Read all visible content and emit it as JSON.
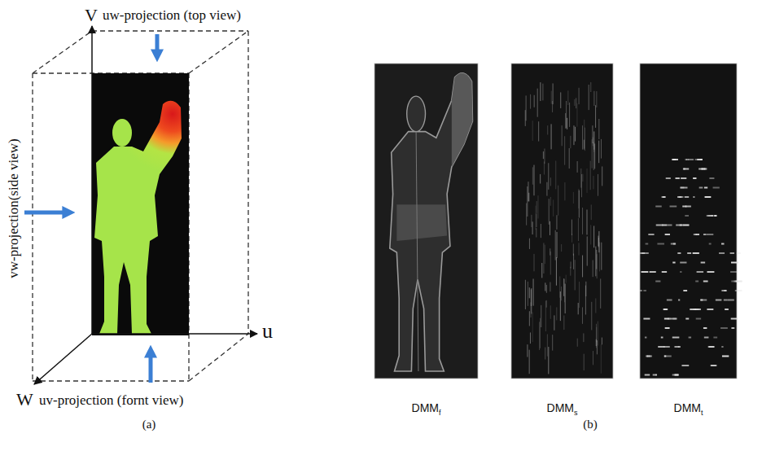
{
  "diagram": {
    "nodes": [
      {
        "text": [
          "DMM",
          "f"
        ]
      },
      {
        "text": [
          "DMM",
          "s"
        ]
      },
      {
        "text": [
          "DMM",
          "t"
        ]
      }
    ],
    "labels": [
      "V",
      "uw-projection (top view)",
      "vw-projection(side view)",
      "u",
      "W",
      "uv-projection (fornt view)",
      "(a)",
      "(b)"
    ]
  }
}
